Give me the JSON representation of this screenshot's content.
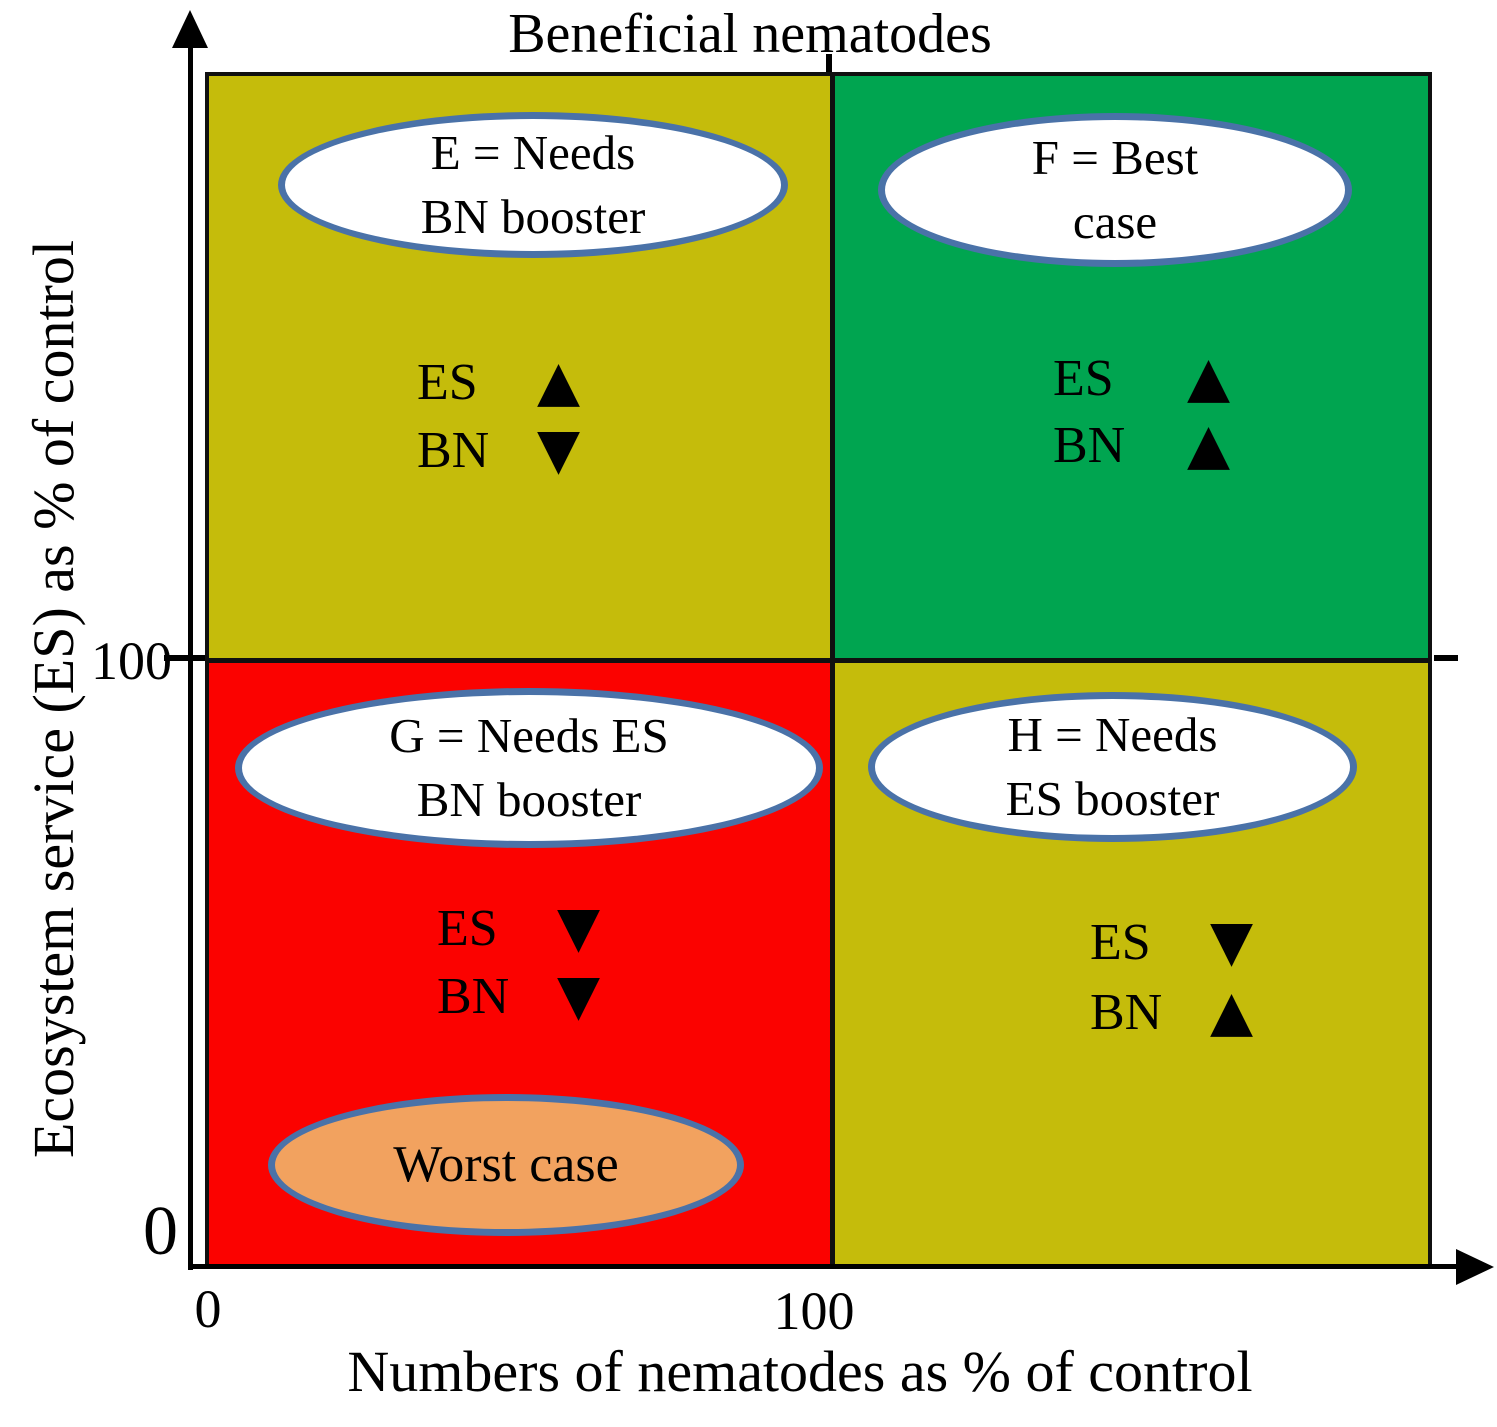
{
  "figure": {
    "title": "Beneficial nematodes",
    "x_axis": {
      "label": "Numbers of nematodes as % of control",
      "tick_0": "0",
      "tick_100": "100"
    },
    "y_axis": {
      "label": "Ecosystem service (ES) as % of control",
      "tick_0": "0",
      "tick_100": "100"
    },
    "quadrants": {
      "top_left": {
        "bg": "#c5bc0b",
        "bubble_line1": "E = Needs",
        "bubble_line2": "BN booster",
        "es_label": "ES",
        "es_arrow": "▲",
        "bn_label": "BN",
        "bn_arrow": "▼"
      },
      "top_right": {
        "bg": "#00a550",
        "bubble_line1": "F = Best",
        "bubble_line2": "case",
        "es_label": "ES",
        "es_arrow": "▲",
        "bn_label": "BN",
        "bn_arrow": "▲"
      },
      "bottom_left": {
        "bg": "#fb0200",
        "bubble_line1": "G = Needs ES",
        "bubble_line2": "BN booster",
        "es_label": "ES",
        "es_arrow": "▼",
        "bn_label": "BN",
        "bn_arrow": "▼",
        "worst_case_label": "Worst case"
      },
      "bottom_right": {
        "bg": "#c5bc0b",
        "bubble_line1": "H = Needs",
        "bubble_line2": "ES booster",
        "es_label": "ES",
        "es_arrow": "▼",
        "bn_label": "BN",
        "bn_arrow": "▲"
      }
    },
    "colors": {
      "olive": "#c5bc0b",
      "green": "#00a550",
      "red": "#fb0200",
      "worst_case_fill": "#f2a25f",
      "ellipse_border": "#4a72a8",
      "axis": "#000000"
    }
  }
}
